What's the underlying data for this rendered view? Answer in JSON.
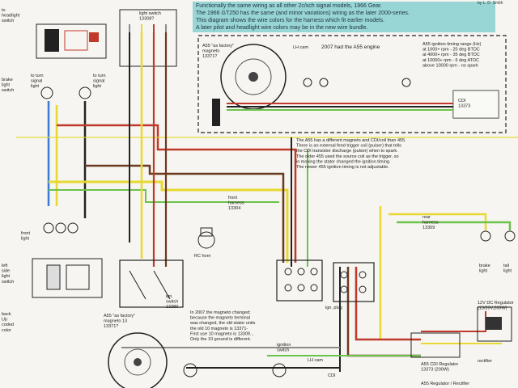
{
  "header": {
    "line1": "Functionally the same wiring as all other 2c/sch signal models, 1966 Gear.",
    "line2": "The 1966 GT250 has the same (and minor variations) wiring as the later 2000-series.",
    "line3": "This diagram shows the wire colors for the harness which fit earlier models.",
    "line4": "A later pilot and headlight wire colors may be in the new wire bundle.",
    "corner": "by L. D. Smith"
  },
  "labels": {
    "top_left": "to\nheadlight\nswitch",
    "light_switch": "light switch\n13308?",
    "as_retrofit": "A55 \"as factory\"\nmagneto\n13371?",
    "lh_cam": "LH cam",
    "engine_title": "2007 had the A55 engine",
    "timing": "A55 ignition timing range (Hz)\nat 1000+ rpm - 20 deg BTDC\nat 4000+ rpm - 35 deg BTDC\nat 10000+ rpm - 6 deg ATDC\nabove 10000 rpm - no spark",
    "box_right": "CDI\n13373",
    "left_turn": "to turn\nsignal\nlight",
    "left_turn2": "to turn\nsignal\nlight",
    "left_mid": "brake\nlight\nswitch",
    "note_mid": "The A55 has a different magneto and CDI/coil than 455.\nThere is an external feed trigger coil (pulser) that tells\nthe CDI transistor discharge (pulser) when to spark.\nThe older 455 used the source coil as the trigger, so\nin moving the stator changed the ignition timing.\nThe newer 455 ignition timing is not adjustable.",
    "front_harness": "front\nharness\n13304",
    "small_light": "front\nlight",
    "rc_horn": "RC horn",
    "ign_switch": "ign.\nswitch\n13380",
    "rear_harness": "rear\nharness\n13309",
    "brake_light": "brake\nlight",
    "tail_light": "tail\nlight",
    "left_side": "left\nside\nlight\nswitch",
    "left_bottom": "back\nUp\ncoded\ncolor",
    "bottom_left_mag": "A55 \"as factory\"\nmagneto 13\n13371?",
    "magneto_note": "In 2007 the magneto changed;\nbecause the magneto terminal\nwas changed, the old stator units\nthe old 10 magneto is 13371-\nFirst use 10 magneto is 13309...\nOnly the 10 ground is different.",
    "ignition_switch": "ignition\nswitch",
    "bot_label1": "CDI",
    "bot_right": "12V DC Regulator\n(13/20V,200W)",
    "bot_right2": "A55 CDI Regulator\n13373 (200W)",
    "reg_note": "A55 Regulator / Rectifier",
    "bottom_center": "LH cam",
    "plug": "ign. plug",
    "rec_note": "rectifier"
  },
  "colors": {
    "bg": "#f6f5f1",
    "header_fill": "#8fd3d2",
    "wire_yellow": "#e8d832",
    "wire_green": "#6cc24a",
    "wire_red": "#c0392b",
    "wire_brown": "#6b3a1e",
    "wire_black": "#222222",
    "wire_blue": "#3a7bd5",
    "wire_grey": "#8a8a8a"
  }
}
